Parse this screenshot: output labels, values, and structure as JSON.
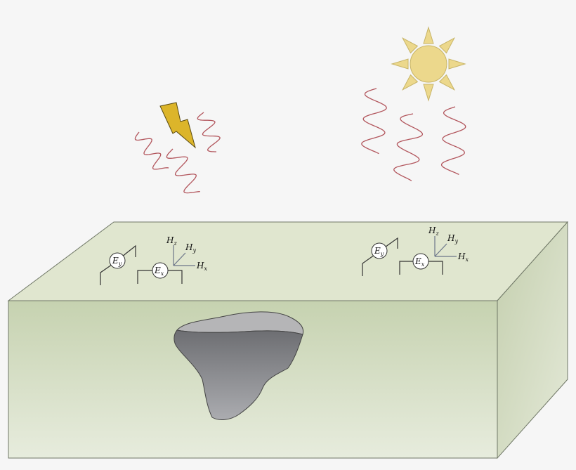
{
  "colors": {
    "background": "#f6f6f6",
    "block_top": "#e0e6cf",
    "block_front_top": "#c9d4b4",
    "block_front_bottom": "#e6ebdc",
    "block_side": "#d4dcc3",
    "outline": "#6f7766",
    "wave": "#b2555c",
    "sun": "#ecd88c",
    "sun_outline": "#c7b466",
    "lightning": "#dcb52a",
    "body_top": "#b3b3b3",
    "body_dark": "#707175",
    "body_light": "#a8a9ad",
    "sensor_line": "#333333",
    "axis_line": "#6b7589"
  },
  "icons": {
    "lightning": "lightning-bolt-icon",
    "sun": "sun-icon"
  },
  "stations": [
    {
      "id": "left",
      "ey": {
        "base": "E",
        "sub": "y"
      },
      "ex": {
        "base": "E",
        "sub": "x"
      },
      "hz": {
        "base": "H",
        "sub": "z"
      },
      "hy": {
        "base": "H",
        "sub": "y"
      },
      "hx": {
        "base": "H",
        "sub": "x"
      }
    },
    {
      "id": "right",
      "ey": {
        "base": "E",
        "sub": "y"
      },
      "ex": {
        "base": "E",
        "sub": "x"
      },
      "hz": {
        "base": "H",
        "sub": "z"
      },
      "hy": {
        "base": "H",
        "sub": "y"
      },
      "hx": {
        "base": "H",
        "sub": "x"
      }
    }
  ]
}
